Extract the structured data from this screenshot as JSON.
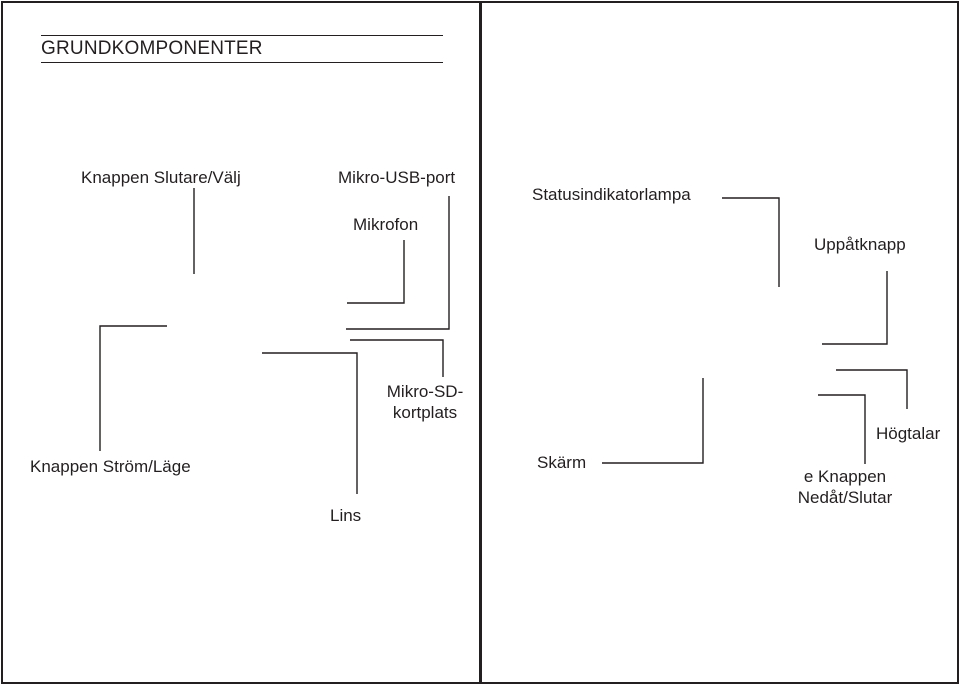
{
  "title": "GRUNDKOMPONENTER",
  "labels": {
    "shutter_select": "Knappen Slutare/Välj",
    "micro_usb": "Mikro-USB-port",
    "microphone": "Mikrofon",
    "power_mode": "Knappen Ström/Läge",
    "micro_sd_line1": "Mikro-SD-",
    "micro_sd_line2": "kortplats",
    "lens": "Lins",
    "status_lamp": "Statusindikatorlampa",
    "up_button": "Uppåtknapp",
    "screen": "Skärm",
    "speaker": "Högtalar",
    "down_shutter_line1": "e Knappen",
    "down_shutter_line2": "Nedåt/Slutar"
  }
}
